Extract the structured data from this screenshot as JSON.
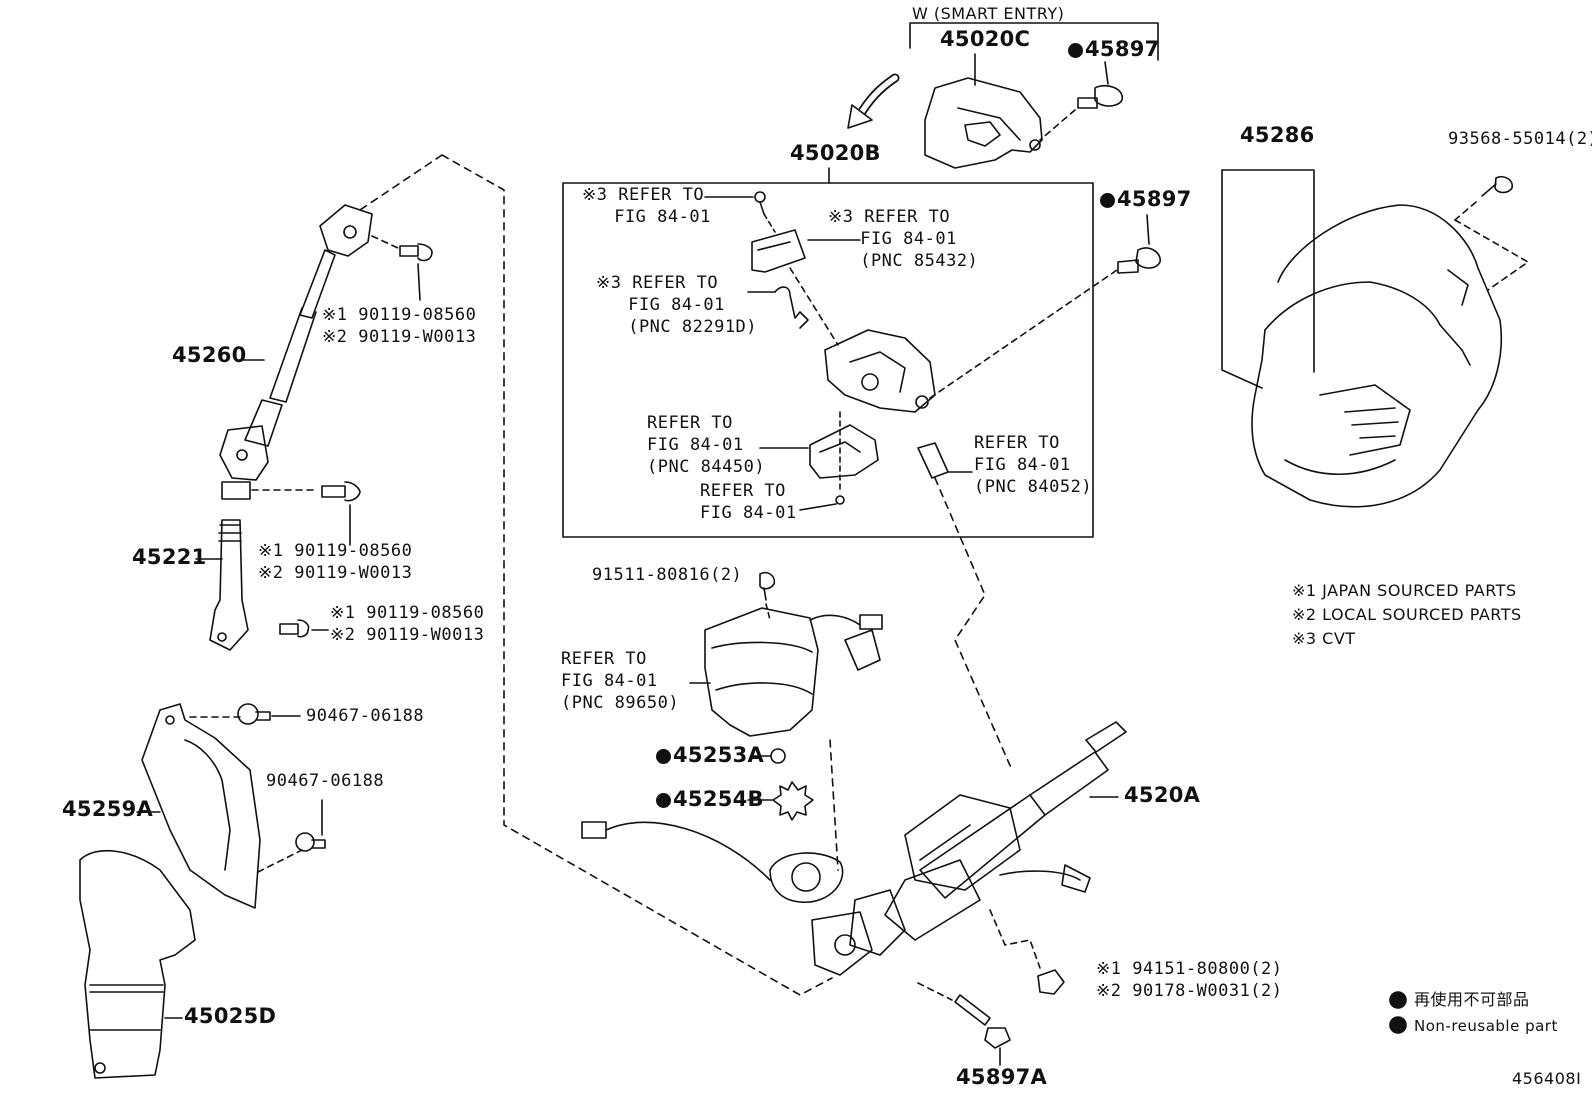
{
  "variant_header": "W (SMART ENTRY)",
  "parts": {
    "p45020C": "45020C",
    "p45897_top": "45897",
    "p45020B": "45020B",
    "p45897_mid": "45897",
    "p45286": "45286",
    "p93568": "93568-55014(2)",
    "p45260": "45260",
    "p45221": "45221",
    "p90467_a": "90467-06188",
    "p90467_b": "90467-06188",
    "p45259A": "45259A",
    "p45025D": "45025D",
    "p91511": "91511-80816(2)",
    "p45253A": "45253A",
    "p45254B": "45254B",
    "p4520A": "4520A",
    "p45897A": "45897A"
  },
  "refs": {
    "r1": "※3 REFER TO\n   FIG 84-01",
    "r2": "※3 REFER TO\n   FIG 84-01\n   (PNC 85432)",
    "r3": "※3 REFER TO\n   FIG 84-01\n   (PNC 82291D)",
    "r4": "REFER TO\nFIG 84-01\n(PNC 84450)",
    "r5": "REFER TO\nFIG 84-01",
    "r6": "REFER TO\nFIG 84-01\n(PNC 84052)",
    "r7": "REFER TO\nFIG 84-01\n(PNC 89650)"
  },
  "bolt_pairs": {
    "b1": "※1 90119-08560\n※2 90119-W0013",
    "b2": "※1 90119-08560\n※2 90119-W0013",
    "b3": "※1 90119-08560\n※2 90119-W0013",
    "b4": "※1 94151-80800(2)\n※2 90178-W0031(2)"
  },
  "legend": {
    "n1": "※1 JAPAN SOURCED PARTS",
    "n2": "※2 LOCAL SOURCED PARTS",
    "n3": "※3 CVT",
    "jp": "再使用不可部品",
    "en": "Non-reusable part"
  },
  "figure_id": "456408I"
}
